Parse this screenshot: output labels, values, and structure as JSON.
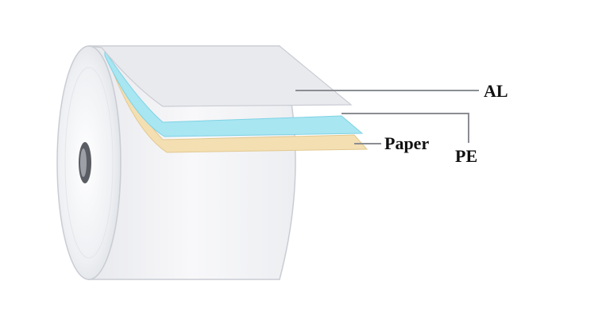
{
  "diagram": {
    "labels": {
      "al": "AL",
      "pe": "PE",
      "paper": "Paper"
    },
    "colors": {
      "roll_face": "#f2f3f6",
      "roll_edge": "#c9ccd3",
      "al_layer": "#e9eaee",
      "pe_layer": "#a8e6f2",
      "paper_layer": "#f4dfb2",
      "core_hole": "#5a5d63",
      "leader_line": "#8a8d92"
    }
  }
}
